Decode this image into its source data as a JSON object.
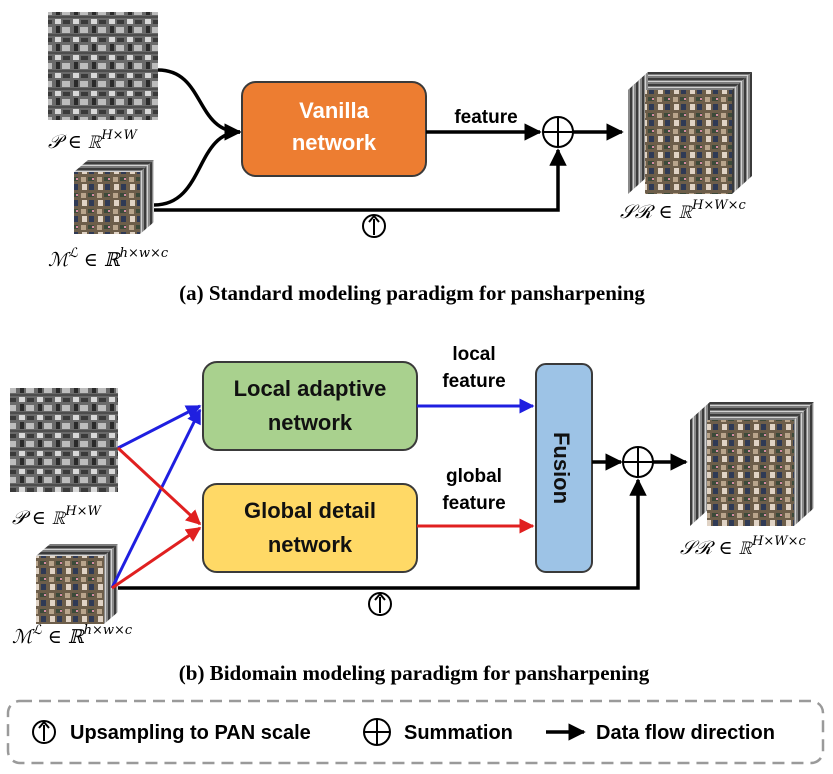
{
  "panel_a": {
    "pan_label": "𝒫 ∈ ℝ",
    "pan_sup": "H×W",
    "ms_label": "ℳ",
    "ms_label_rest": " ∈ ℝ",
    "ms_sup_L": "ℒ",
    "ms_sup": "h×w×c",
    "network_line1": "Vanilla",
    "network_line2": "network",
    "feature_label": "feature",
    "output_label": "𝒮ℛ ∈ ℝ",
    "output_sup": "H×W×c",
    "caption": "(a) Standard modeling paradigm for pansharpening"
  },
  "panel_b": {
    "local_line1": "Local adaptive",
    "local_line2": "network",
    "global_line1": "Global detail",
    "global_line2": "network",
    "local_feat_1": "local",
    "local_feat_2": "feature",
    "global_feat_1": "global",
    "global_feat_2": "feature",
    "fusion_label": "Fusion",
    "pan_label": "𝒫 ∈ ℝ",
    "pan_sup": "H×W",
    "ms_label": "ℳ",
    "ms_label_rest": " ∈ ℝ",
    "ms_sup_L": "ℒ",
    "ms_sup": "h×w×c",
    "output_label": "𝒮ℛ ∈ ℝ",
    "output_sup": "H×W×c",
    "caption": "(b) Bidomain modeling paradigm for pansharpening"
  },
  "legend": {
    "upsampling": "Upsampling to PAN scale",
    "summation": "Summation",
    "dataflow": "Data flow direction"
  },
  "colors": {
    "vanilla": "#ED7D31",
    "local": "#A9D18E",
    "global": "#FFD966",
    "fusion": "#9DC3E6",
    "blue_arrow": "#1F1FE0",
    "red_arrow": "#E02020"
  }
}
